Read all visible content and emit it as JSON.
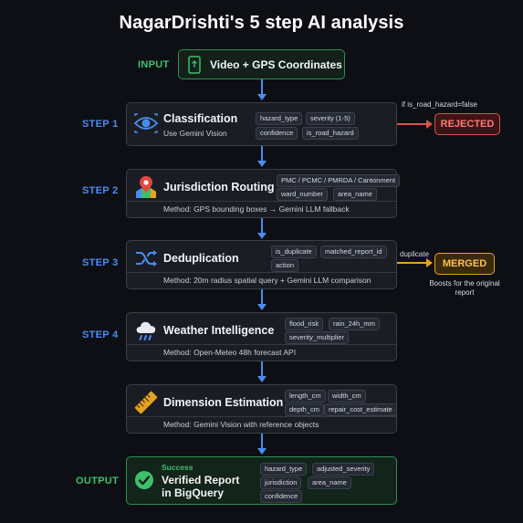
{
  "title": "NagarDrishti's 5 step AI analysis",
  "input": {
    "label": "INPUT",
    "text": "Video + GPS Coordinates"
  },
  "steps": [
    {
      "label": "STEP 1",
      "title": "Classification",
      "subtitle": "Use Gemini Vision",
      "chips": [
        "hazard_type",
        "severity (1-5)",
        "confidence",
        "is_road_hazard"
      ],
      "method": ""
    },
    {
      "label": "STEP 2",
      "title": "Jurisdiction Routing",
      "subtitle": "",
      "chips": [
        "PMC / PCMC / PMRDA / Cantonment",
        "ward_number",
        "area_name"
      ],
      "method": "Method: GPS bounding boxes → Gemini LLM fallback"
    },
    {
      "label": "STEP 3",
      "title": "Deduplication",
      "subtitle": "",
      "chips": [
        "is_duplicate",
        "matched_report_id",
        "action"
      ],
      "method": "Method: 20m radius spatial query + Gemini LLM comparison"
    },
    {
      "label": "STEP 4",
      "title": "Weather Intelligence",
      "subtitle": "",
      "chips": [
        "flood_risk",
        "rain_24h_mm",
        "severity_multiplier"
      ],
      "method": "Method: Open-Meteo 48h forecast API"
    },
    {
      "label": "",
      "title": "Dimension Estimation",
      "subtitle": "",
      "chips": [
        "length_cm",
        "width_cm",
        "depth_cm",
        "repair_cost_estimate"
      ],
      "method": "Method: Gemini Vision with reference objects"
    }
  ],
  "rejected": {
    "condition": "if is_road_hazard=false",
    "label": "REJECTED"
  },
  "merged": {
    "condition": "duplicate",
    "label": "MERGED",
    "note": "Boosts for the original report"
  },
  "output": {
    "label": "OUTPUT",
    "status": "Success",
    "title_line1": "Verified Report",
    "title_line2": "in BigQuery",
    "chips": [
      "hazard_type",
      "adjusted_severity",
      "jurisdiction",
      "area_name",
      "confidence"
    ]
  },
  "colors": {
    "accent_blue": "#4a8df0",
    "success_green": "#3ec06b",
    "reject_red": "#d9534f",
    "merge_amber": "#e6a21c"
  },
  "icons": [
    "phone-upload-icon",
    "eye-icon",
    "map-pin-icon",
    "shuffle-icon",
    "cloud-rain-icon",
    "ruler-icon",
    "check-circle-icon"
  ]
}
